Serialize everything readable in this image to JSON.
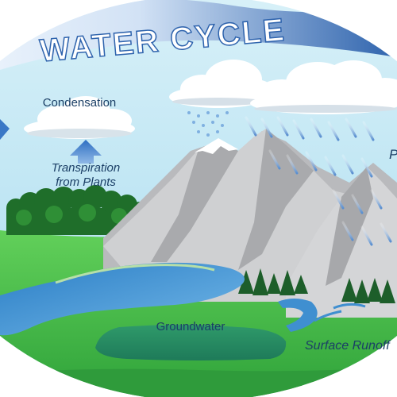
{
  "title": "WATER CYCLE",
  "labels": {
    "condensation": "Condensation",
    "transpiration_line1": "Transpiration",
    "transpiration_line2": "from Plants",
    "precipitation_partial": "P",
    "groundwater": "Groundwater",
    "surface_runoff": "Surface Runoff"
  },
  "colors": {
    "sky": "#bfe6f3",
    "banner": "#2e63ad",
    "grass": "#4cc24a",
    "water": "#3f8fd0",
    "mountain": "#c9cacc",
    "arrow": "#3a78c6"
  },
  "icons": [
    "cloud-icon",
    "up-arrow-icon",
    "rain-icon",
    "tree-icon",
    "snow-icon"
  ]
}
